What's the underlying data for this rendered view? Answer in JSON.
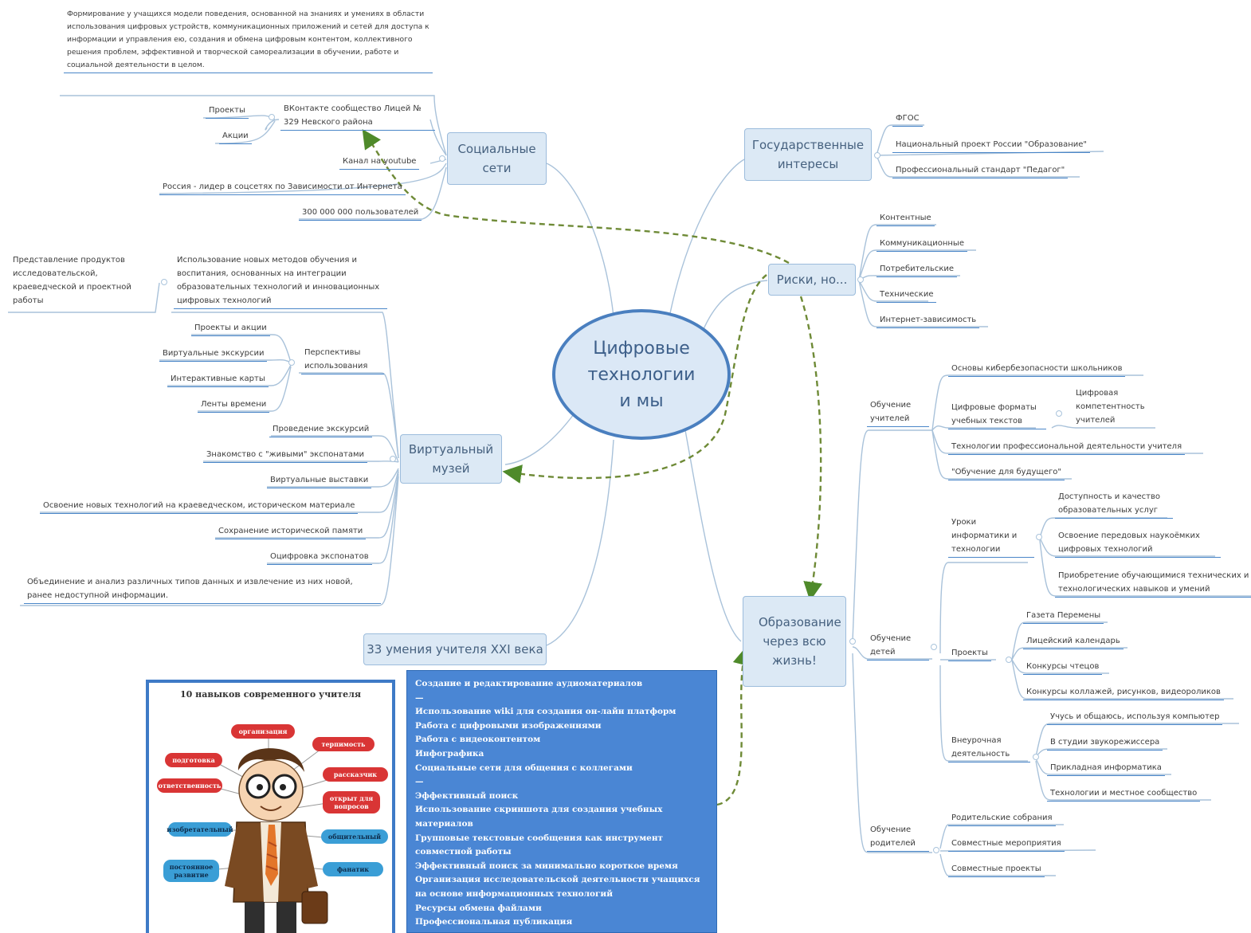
{
  "central": {
    "line1": "Цифровые",
    "line2": "технологии",
    "line3": "и мы"
  },
  "social": {
    "title_line1": "Социальные",
    "title_line2": "сети",
    "definition": "Формирование у учащихся модели поведения, основанной на знаниях и умениях в области использования цифровых устройств, коммуникационных приложений и сетей для доступа к информации и управления ею, создания и обмена цифровым контентом, коллективного решения проблем, эффективной и творческой самореализации в обучении, работе и социальной деятельности в целом.",
    "vk": "ВКонтакте сообщество Лицей № 329 Невского района",
    "projects": "Проекты",
    "actions": "Акции",
    "youtube": "Канал на youtube",
    "russia": "Россия - лидер в соцсетях по Зависимости от Интернета",
    "users": "300 000 000 пользователей"
  },
  "state": {
    "title_line1": "Государственные",
    "title_line2": "интересы",
    "items": [
      "ФГОС",
      "Национальный проект России \"Образование\"",
      "Профессиональный стандарт \"Педагог\""
    ]
  },
  "risks": {
    "title": "Риски, но...",
    "items": [
      "Контентные",
      "Коммуникационные",
      "Потребительские",
      "Технические",
      "Интернет-зависимость"
    ]
  },
  "museum": {
    "title_line1": "Виртуальный",
    "title_line2": "музей",
    "methods": "Использование новых методов обучения и воспитания, основанных на интеграции образовательных технологий и инновационных цифровых технологий",
    "presentation": "Представление продуктов исследовательской, краеведческой и проектной работы",
    "prospects": "Перспективы использования",
    "prospect_items": [
      "Проекты и акции",
      "Виртуальные экскурсии",
      "Интерактивные карты",
      "Ленты времени"
    ],
    "items": [
      "Проведение экскурсий",
      "Знакомство с \"живыми\" экспонатами",
      "Виртуальные выставки",
      "Освоение новых технологий на краеведческом, историческом материале",
      "Сохранение исторической памяти",
      "Оцифровка экспонатов"
    ],
    "analysis": "Объединение и анализ различных типов данных и извлечение из них новой, ранее недоступной информации."
  },
  "skills33": {
    "title": "33 умения учителя XXI века"
  },
  "education": {
    "title": "Образование через всю жизнь!",
    "teachers": {
      "label": "Обучение учителей",
      "items": [
        "Основы кибербезопасности школьников",
        "Цифровые форматы учебных текстов",
        "Технологии профессиональной деятельности учителя",
        "\"Обучение для будущего\""
      ],
      "competence": "Цифровая компетентность учителей"
    },
    "children": {
      "label": "Обучение детей",
      "lessons": "Уроки информатики и технологии",
      "lesson_items": [
        "Доступность и качество образовательных услуг",
        "Освоение передовых наукоёмких цифровых технологий",
        "Приобретение обучающимися технических и технологических навыков и умений"
      ],
      "projects": "Проекты",
      "project_items": [
        "Газета Перемены",
        "Лицейский календарь",
        "Конкурсы чтецов",
        "Конкурсы коллажей, рисунков, видеороликов"
      ],
      "extracurricular": "Внеурочная деятельность",
      "extra_items": [
        "Учусь и общаюсь, используя компьютер",
        "В студии звукорежиссера",
        "Прикладная информатика",
        "Технологии и местное сообщество"
      ]
    },
    "parents": {
      "label": "Обучение родителей",
      "items": [
        "Родительские собрания",
        "Совместные мероприятия",
        "Совместные проекты"
      ]
    }
  },
  "bluebox": {
    "text": "Создание и редактирование аудиоматериалов\n—\nИспользование wiki для создания он-лайн платформ\nРабота с цифровыми изображениями\nРабота с видеоконтентом\nИнфографика\nСоциальные сети для общения с коллегами\n—\nЭффективный поиск\nИспользование скриншота для создания учебных материалов\nГрупповые текстовые сообщения как инструмент совместной работы\nЭффективный поиск за минимально короткое время\nОрганизация исследовательской деятельности учащихся на основе информационных технологий\nРесурсы обмена файлами\nПрофессиональная публикация"
  },
  "poster": {
    "title": "10 навыков современного учителя",
    "tags": [
      "организация",
      "терпимость",
      "подготовка",
      "рассказчик",
      "ответственность",
      "открыт для вопросов",
      "изобретательный",
      "общительный",
      "постоянное развитие",
      "фанатик"
    ]
  },
  "colors": {
    "line": "#a9c2da",
    "underline": "#4a86c8",
    "arrow": "#6e8a36",
    "box": "#4a86d4",
    "topic_fill": "#dce9f5",
    "central_border": "#4a7fbf"
  }
}
